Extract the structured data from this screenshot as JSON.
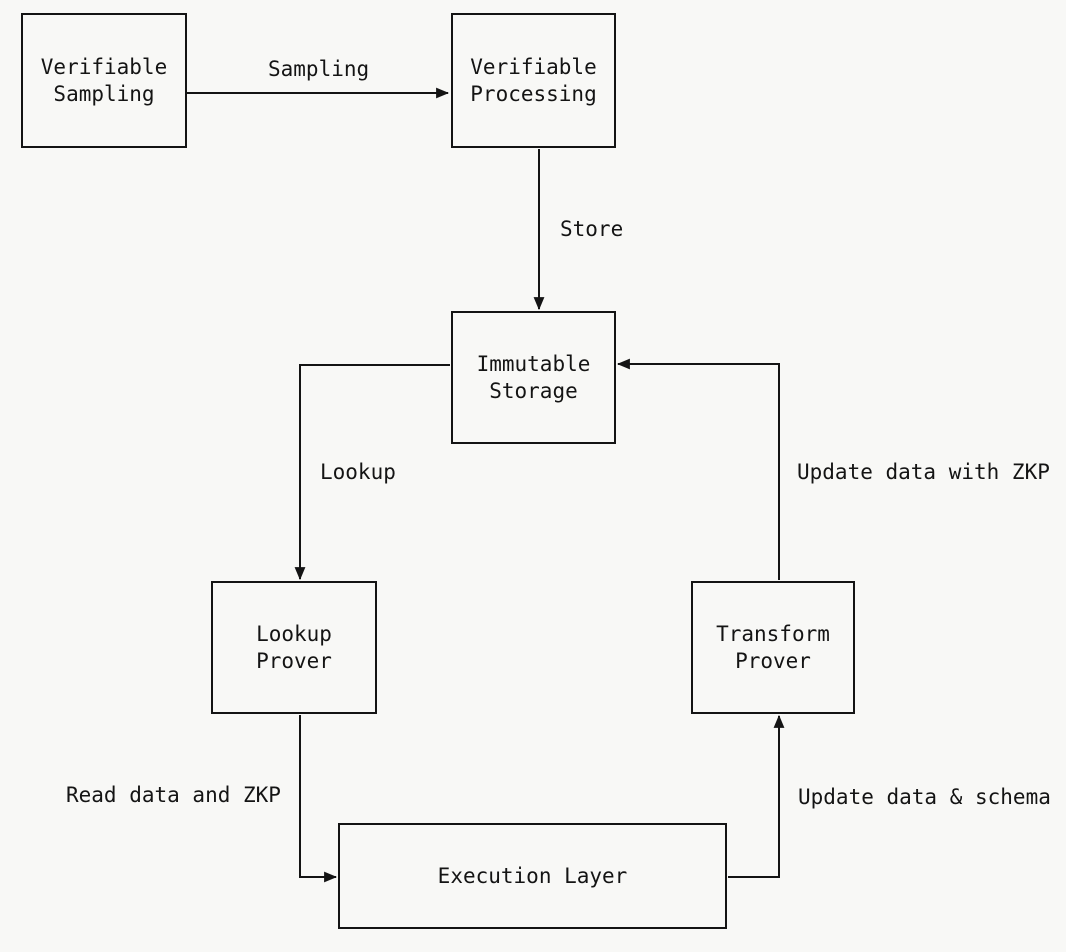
{
  "diagram": {
    "title": "Verifiable data pipeline flowchart",
    "background_color": "#f8f8f6",
    "line_color": "#141414",
    "nodes": [
      {
        "id": "verifiable-sampling",
        "label": "Verifiable Sampling"
      },
      {
        "id": "verifiable-processing",
        "label": "Verifiable Processing"
      },
      {
        "id": "immutable-storage",
        "label": "Immutable Storage"
      },
      {
        "id": "lookup-prover",
        "label": "Lookup Prover"
      },
      {
        "id": "transform-prover",
        "label": "Transform Prover"
      },
      {
        "id": "execution-layer",
        "label": "Execution Layer"
      }
    ],
    "edges": [
      {
        "from": "verifiable-sampling",
        "to": "verifiable-processing",
        "label": "Sampling"
      },
      {
        "from": "verifiable-processing",
        "to": "immutable-storage",
        "label": "Store"
      },
      {
        "from": "immutable-storage",
        "to": "lookup-prover",
        "label": "Lookup"
      },
      {
        "from": "transform-prover",
        "to": "immutable-storage",
        "label": "Update data with ZKP"
      },
      {
        "from": "lookup-prover",
        "to": "execution-layer",
        "label": "Read data and ZKP"
      },
      {
        "from": "execution-layer",
        "to": "transform-prover",
        "label": "Update data & schema"
      }
    ]
  }
}
